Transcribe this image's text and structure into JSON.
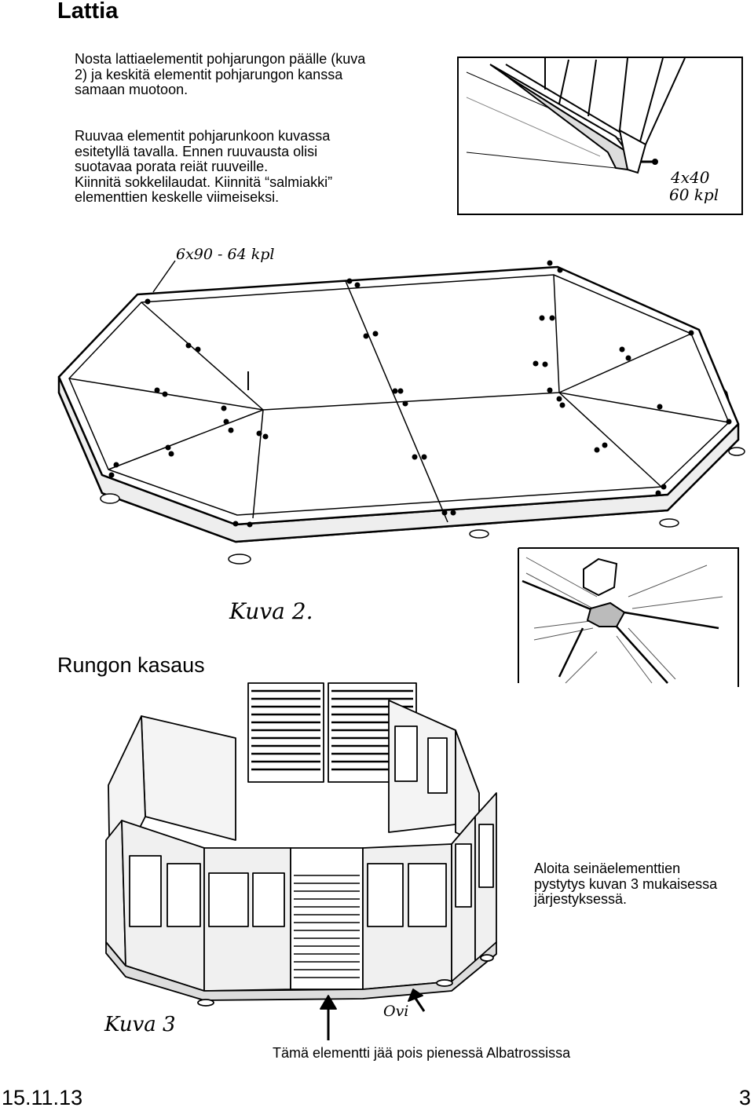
{
  "section1": {
    "heading": "Lattia",
    "paragraph1": "Nosta lattiaelementit pohjarungon päälle (kuva\n2) ja keskitä elementit pohjarungon kanssa\nsamaan muotoon.",
    "paragraph2": "Ruuvaa elementit  pohjarunkoon kuvassa\nesitetyllä tavalla. Ennen ruuvausta olisi\nsuotavaa porata reiät ruuveille.\nKiinnitä sokkelilaudat. Kiinnitä “salmiakki”\nelementtien keskelle viimeiseksi."
  },
  "figure_detail": {
    "label_line1": "4x40",
    "label_line2": "60 kpl"
  },
  "figure_floor": {
    "screw_label": "6x90 - 64 kpl",
    "caption": "Kuva 2."
  },
  "section2": {
    "heading": "Rungon kasaus",
    "instruction": "Aloita seinäelementtien\npystytys kuvan 3 mukaisessa\njärjestyksessä."
  },
  "figure_frame": {
    "caption": "Kuva 3",
    "door_label": "Ovi",
    "note": "Tämä elementti jää pois pienessä Albatrossissa"
  },
  "footer": {
    "date": "15.11.13",
    "page_number": "3"
  }
}
